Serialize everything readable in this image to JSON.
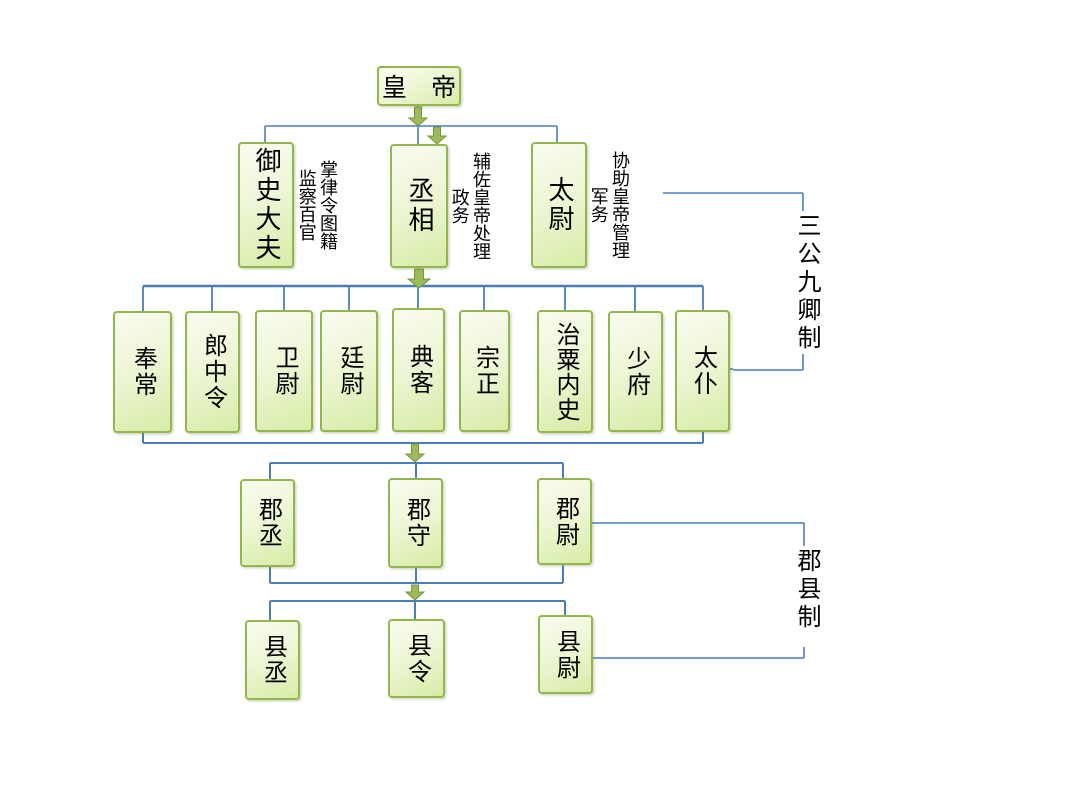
{
  "diagram": {
    "emperor": {
      "label": "皇 帝"
    },
    "san_gong": [
      {
        "label": "御史大夫",
        "annotation": "掌律令图籍\n监察百官"
      },
      {
        "label": "丞相",
        "annotation": "辅佐皇帝处理\n政务"
      },
      {
        "label": "太尉",
        "annotation": "协助皇帝管理\n军务"
      }
    ],
    "jiu_qing": [
      "奉常",
      "郎中令",
      "卫尉",
      "廷尉",
      "典客",
      "宗正",
      "治粟内史",
      "少府",
      "太仆"
    ],
    "jun": [
      "郡丞",
      "郡守",
      "郡尉"
    ],
    "xian": [
      "县丞",
      "县令",
      "县尉"
    ],
    "brackets": {
      "san_gong_jiu_qing": "三公九卿制",
      "jun_xian_zhi": "郡县制"
    },
    "colors": {
      "connector_blue": "#4a7ebb",
      "box_border_green": "#94b64e",
      "box_fill_light": "#f9fcf0",
      "box_fill_dark": "#d7eca7",
      "arrow_green": "#9bbb59",
      "arrow_outline": "#77933c"
    }
  }
}
